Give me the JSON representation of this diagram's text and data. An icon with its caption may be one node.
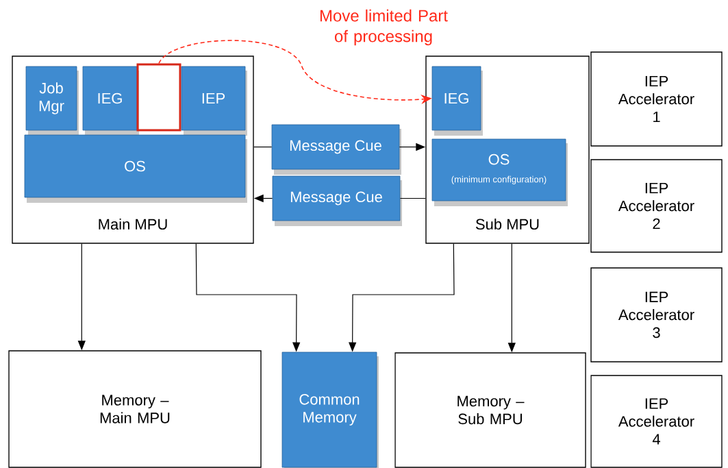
{
  "diagram": {
    "nodes": [
      {
        "text": [
          "Main MPU"
        ]
      },
      {
        "text": [
          "Job Mgr"
        ],
        "in": 0
      },
      {
        "text": [
          "IEG"
        ],
        "in": 0
      },
      {
        "text": [],
        "shape": "box",
        "in": 0
      },
      {
        "text": [
          "IEP"
        ],
        "in": 0
      },
      {
        "text": [
          "OS"
        ],
        "in": 0
      },
      {
        "text": [
          "Message Cue"
        ]
      },
      {
        "text": [
          "Message Cue"
        ]
      },
      {
        "text": [
          "Sub MPU"
        ]
      },
      {
        "text": [
          "IEG"
        ],
        "in": 8
      },
      {
        "text": [
          "OS",
          "(minimum configuration)"
        ],
        "in": 8
      },
      {
        "text": [
          "IEP Accelerator 1"
        ]
      },
      {
        "text": [
          "IEP Accelerator 2"
        ]
      },
      {
        "text": [
          "IEP Accelerator 3"
        ]
      },
      {
        "text": [
          "IEP Accelerator 4"
        ]
      },
      {
        "text": [
          "Memory – Main MPU"
        ]
      },
      {
        "text": [
          "Common Memory"
        ]
      },
      {
        "text": [
          "Memory – Sub MPU"
        ]
      }
    ],
    "edges": [
      {
        "from": 3,
        "to": 9,
        "arrow": "to",
        "style": "dashed",
        "color": "#ff2a1a",
        "label": "Move limited Part of processing"
      },
      {
        "from": 0,
        "to": 6,
        "arrow": "none"
      },
      {
        "from": 6,
        "to": 8,
        "arrow": "to"
      },
      {
        "from": 8,
        "to": 7,
        "arrow": "none"
      },
      {
        "from": 7,
        "to": 0,
        "arrow": "to"
      },
      {
        "from": 0,
        "to": 15,
        "arrow": "to"
      },
      {
        "from": 0,
        "to": 16,
        "arrow": "to"
      },
      {
        "from": 8,
        "to": 16,
        "arrow": "to"
      },
      {
        "from": 8,
        "to": 17,
        "arrow": "to"
      }
    ]
  }
}
